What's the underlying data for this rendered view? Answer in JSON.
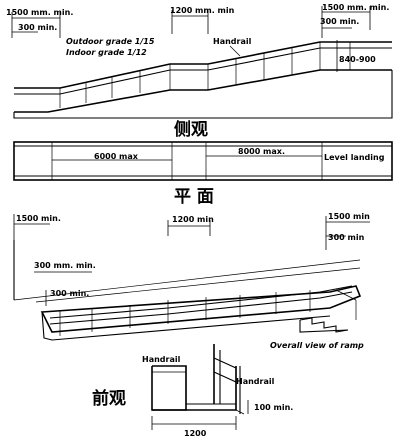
{
  "side_view": {
    "title": "侧观",
    "dim_1500_left": "1500 mm. min.",
    "dim_300_left": "300 min.",
    "dim_1200": "1200 mm. min",
    "dim_1500_right": "1500 mm. min.",
    "dim_300_right": "300 min.",
    "outdoor_grade": "Outdoor grade 1/15",
    "indoor_grade": "Indoor grade 1/12",
    "handrail": "Handrail",
    "rail_height": "840-900"
  },
  "plan_view": {
    "title": "平 面",
    "run_1": "6000 max",
    "run_2": "8000 max.",
    "level_landing": "Level landing"
  },
  "overall_view": {
    "dim_1500_left": "1500 min.",
    "dim_1200": "1200 min",
    "dim_1500_right": "1500 min",
    "dim_300_right": "300 min",
    "dim_300_mm": "300 mm. min.",
    "dim_300_left": "300 min.",
    "caption": "Overall view of ramp"
  },
  "front_view": {
    "title": "前观",
    "handrail_left": "Handrail",
    "handrail_right": "Handrail",
    "width": "1200",
    "curb": "100 min."
  }
}
